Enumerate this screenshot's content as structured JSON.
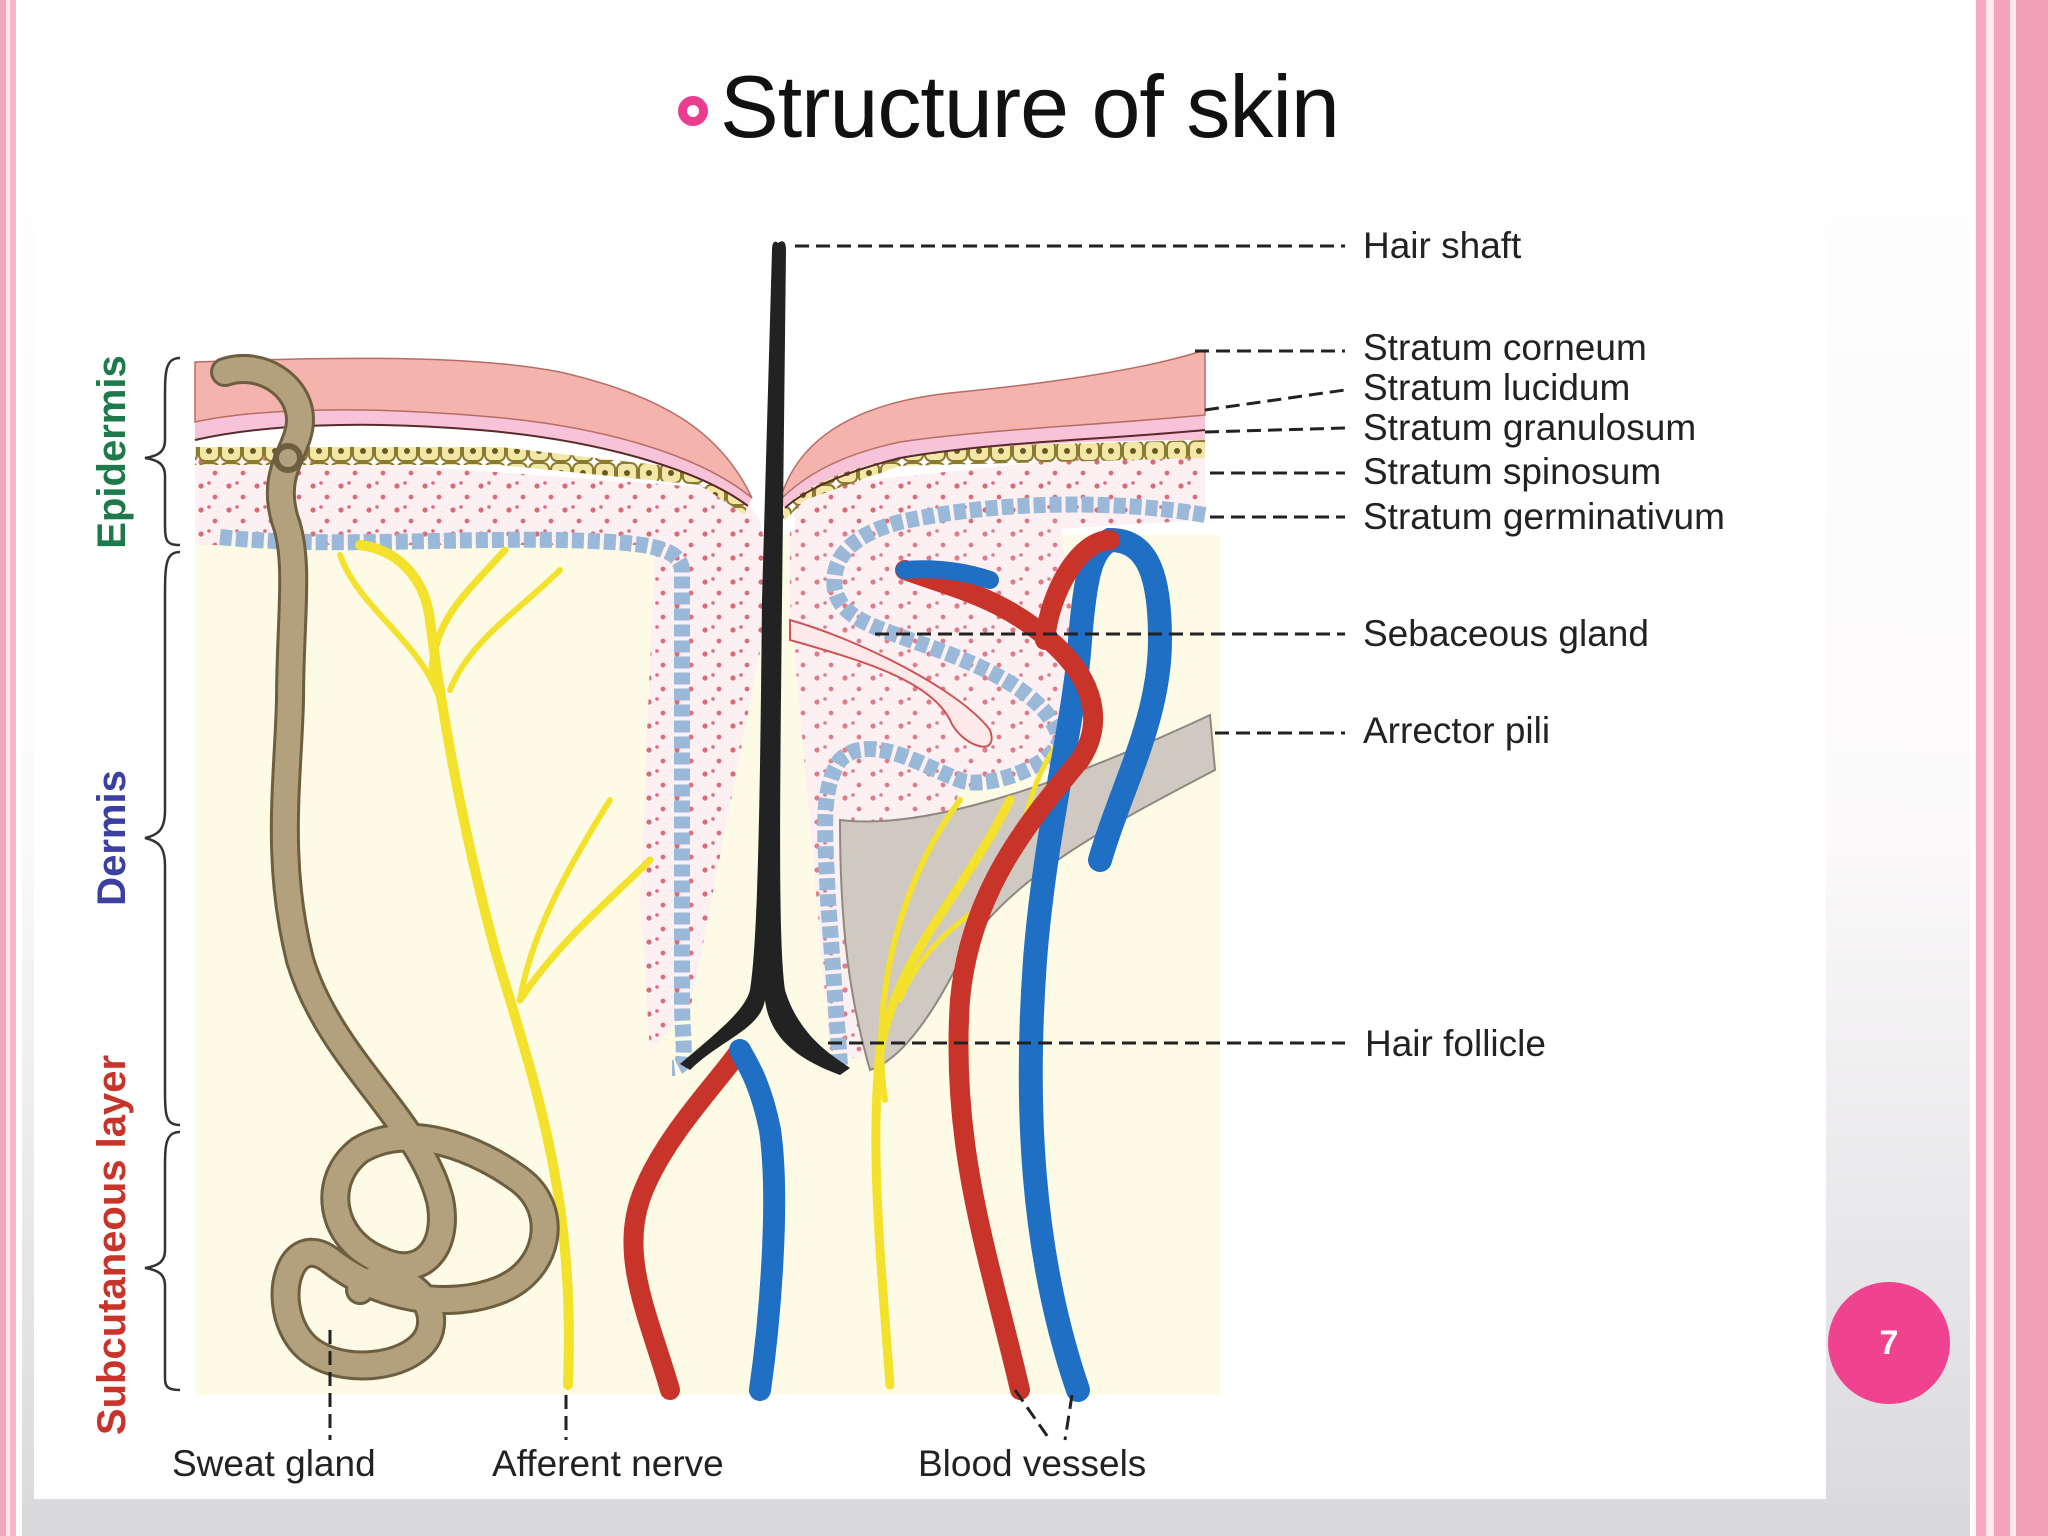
{
  "slide": {
    "title": "Structure of skin",
    "page_number": "7"
  },
  "diagram": {
    "layer_labels": {
      "epidermis": "Epidermis",
      "dermis": "Dermis",
      "subcutaneous": "Subcutaneous layer"
    },
    "right_labels": {
      "hair_shaft": "Hair shaft",
      "stratum_corneum": "Stratum corneum",
      "stratum_lucidum": "Stratum lucidum",
      "stratum_granulosum": "Stratum granulosum",
      "stratum_spinosum": "Stratum spinosum",
      "stratum_germinativum": "Stratum germinativum",
      "sebaceous_gland": "Sebaceous gland",
      "arrector_pili": "Arrector pili",
      "hair_follicle": "Hair follicle"
    },
    "bottom_labels": {
      "sweat_gland": "Sweat gland",
      "afferent_nerve": "Afferent nerve",
      "blood_vessels": "Blood vessels"
    },
    "colors": {
      "epidermis_label": "#1e7a4a",
      "dermis_label": "#3b3fa0",
      "subcutaneous_label": "#c8342a",
      "artery": "#c8342a",
      "vein": "#1f6fc4",
      "nerve": "#f3e12b",
      "sweat_gland": "#b3a07c",
      "corneum": "#f4b3ac",
      "accent": "#ea3d8f"
    }
  }
}
